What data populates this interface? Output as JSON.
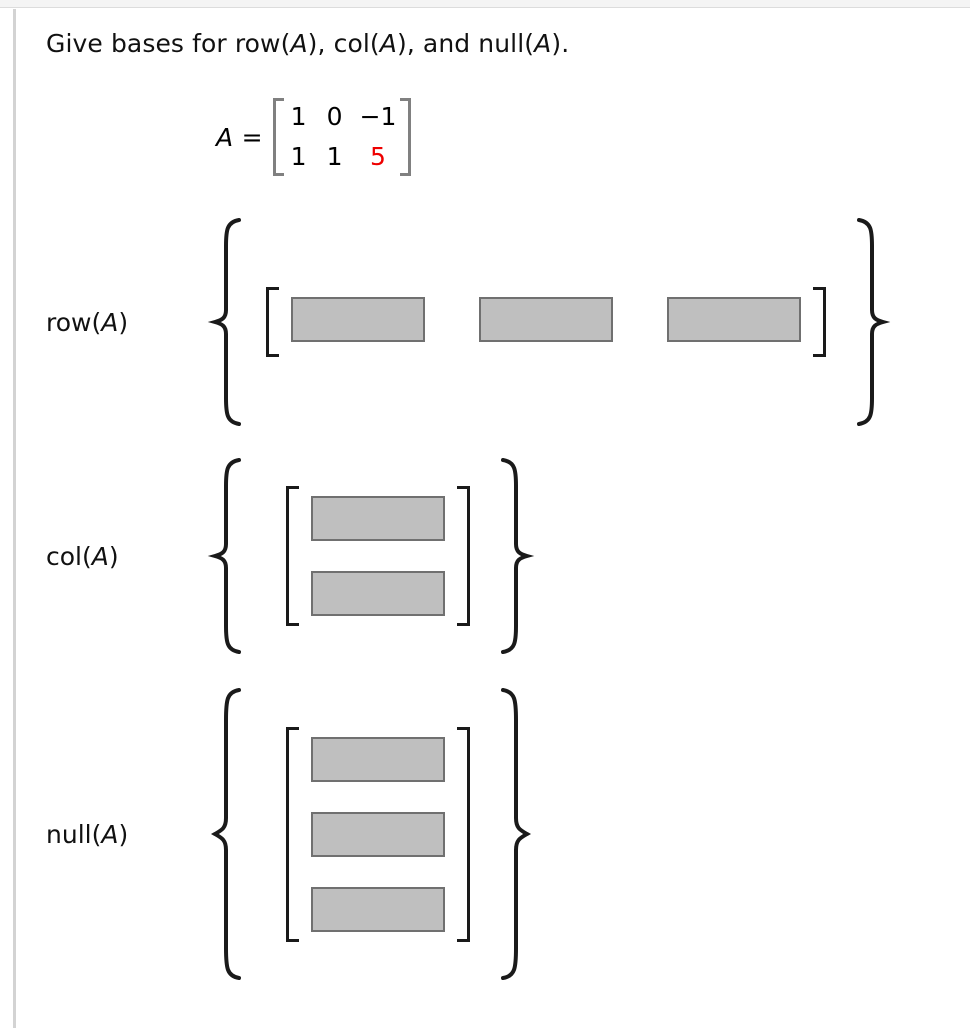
{
  "question": {
    "prefix": "Give bases for row(",
    "var1": "A",
    "mid1": "), col(",
    "var2": "A",
    "mid2": "), and null(",
    "var3": "A",
    "suffix": ")."
  },
  "matrix": {
    "name": "A",
    "equals": "=",
    "rows": [
      [
        "1",
        "0",
        "−1"
      ],
      [
        "1",
        "1",
        "5"
      ]
    ],
    "highlight": {
      "row": 1,
      "col": 2,
      "color": "#ee0000"
    },
    "bracket_color": "#808080"
  },
  "answers": [
    {
      "id": "row",
      "label_prefix": "row(",
      "label_var": "A",
      "label_suffix": ")",
      "orientation": "row",
      "cells": 3,
      "values": [
        "",
        "",
        ""
      ],
      "placeholder": ""
    },
    {
      "id": "col",
      "label_prefix": "col(",
      "label_var": "A",
      "label_suffix": ")",
      "orientation": "column",
      "cells": 2,
      "values": [
        "",
        ""
      ],
      "placeholder": ""
    },
    {
      "id": "null",
      "label_prefix": "null(",
      "label_var": "A",
      "label_suffix": ")",
      "orientation": "column",
      "cells": 3,
      "values": [
        "",
        "",
        ""
      ],
      "placeholder": ""
    }
  ],
  "style": {
    "box_fill": "#bfbfbf",
    "box_border": "#707070",
    "text_color": "#111111",
    "rule_color": "#d3d3d3",
    "band_color": "#f4f4f4"
  }
}
